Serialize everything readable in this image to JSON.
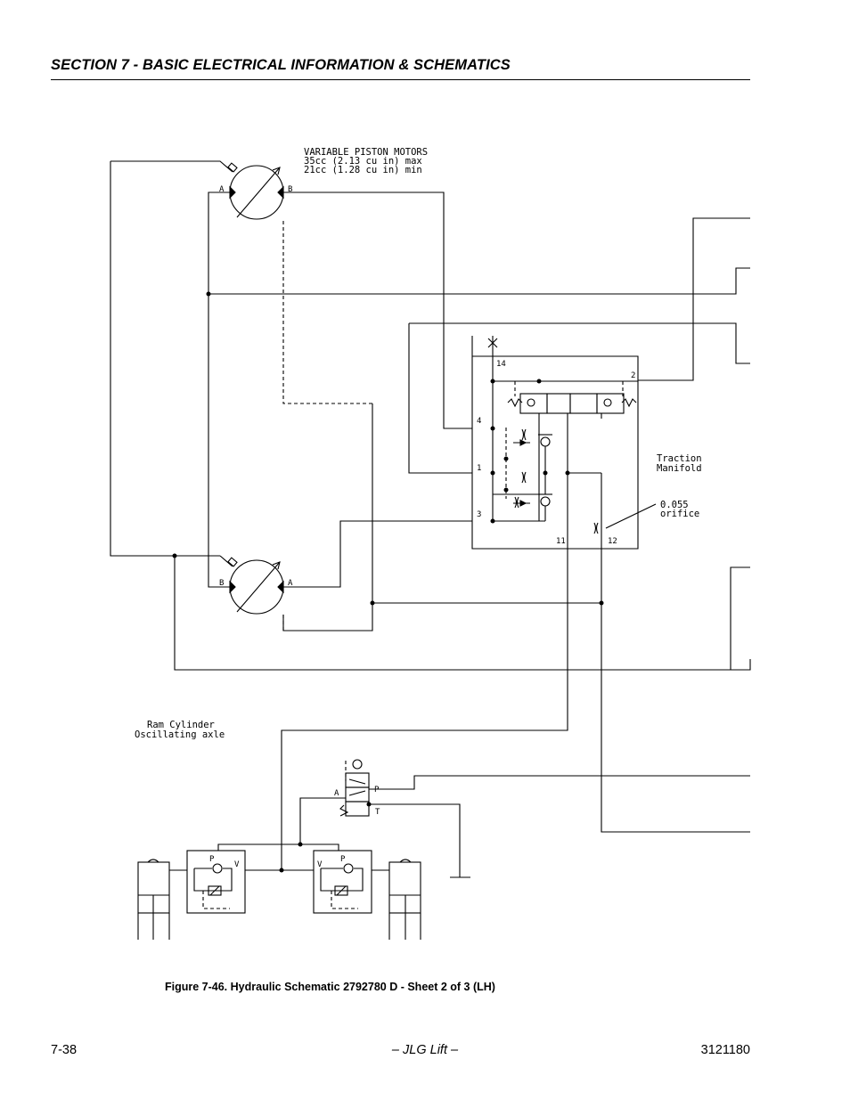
{
  "header": {
    "section_title": "SECTION 7 - BASIC ELECTRICAL INFORMATION & SCHEMATICS"
  },
  "schematic": {
    "motor_title": "VARIABLE PISTON MOTORS",
    "motor_spec_max": "35cc (2.13 cu in) max",
    "motor_spec_min": "21cc (1.28 cu in) min",
    "port_a": "A",
    "port_b": "B",
    "port_p": "P",
    "port_t": "T",
    "port_v": "V",
    "manifold_label_1": "Traction",
    "manifold_label_2": "Manifold",
    "orifice_label_1": "0.055",
    "orifice_label_2": "orifice",
    "ram_label_1": "Ram Cylinder",
    "ram_label_2": "Oscillating axle",
    "ports": {
      "p14": "14",
      "p2": "2",
      "p4": "4",
      "p1": "1",
      "p3": "3",
      "p11": "11",
      "p12": "12"
    }
  },
  "caption": "Figure 7-46.  Hydraulic Schematic 2792780 D - Sheet 2 of 3 (LH)",
  "footer": {
    "page_number": "7-38",
    "center": "– JLG Lift –",
    "doc_number": "3121180"
  }
}
